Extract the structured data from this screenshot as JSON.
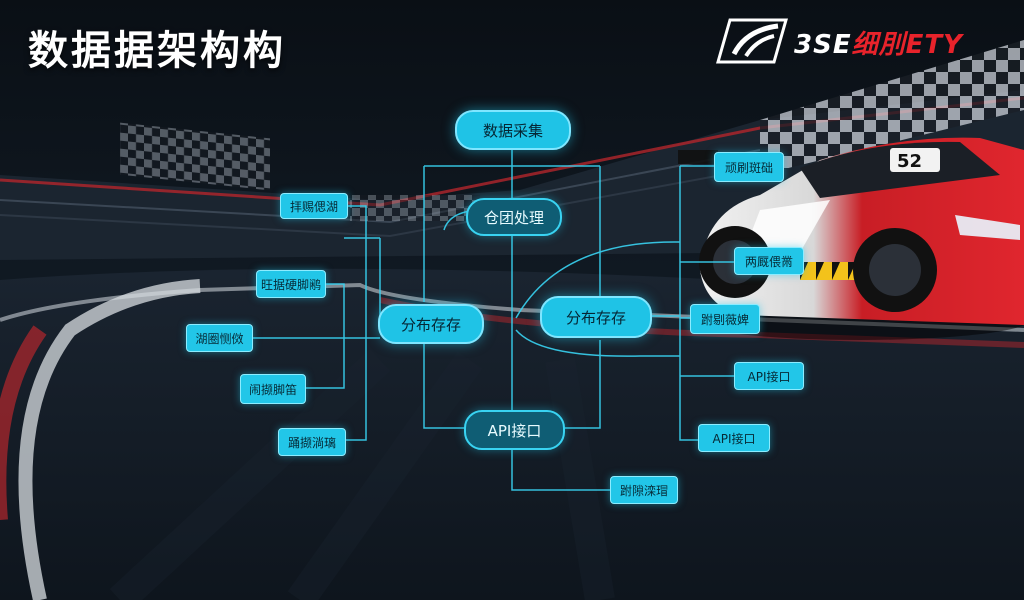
{
  "header": {
    "title": "数据据架构构",
    "logo_prefix": "3SE",
    "logo_suffix": "细刖ETY"
  },
  "car": {
    "number": "52"
  },
  "nodes": {
    "collect": "数据采集",
    "process": "仓团处理",
    "storage_left": "分布存存",
    "storage_right": "分布存存",
    "api_center": "API接口",
    "left_1": "拝赐偲湖",
    "left_2": "旺据硬脚鹇",
    "left_3": "湖圈恻傚",
    "left_4": "闹撷脚笛",
    "left_5": "踊撷淌璃",
    "right_1": "顽刷斑础",
    "right_2": "两厩偎黹",
    "right_3": "跗剔薇婢",
    "right_4": "API接口",
    "right_5": "API接口",
    "bottom_1": "跗隙滦瑁"
  },
  "colors": {
    "accent": "#1fc3e6",
    "line": "#39d3f2",
    "brand_red": "#e8232b",
    "background": "#0b1118"
  }
}
